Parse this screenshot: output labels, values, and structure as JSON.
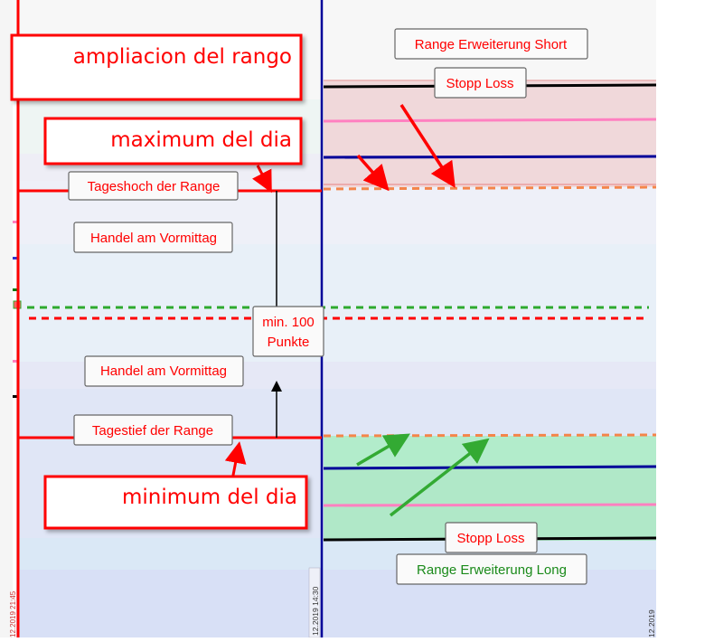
{
  "chart_data": {
    "type": "line",
    "title": "",
    "description": "Intraday range-breakout trading chart with annotated levels",
    "colors": {
      "range_line": "#ff0000",
      "session_divider": "#000099",
      "stop_loss_line": "#000000",
      "pink_line": "#ff80c0",
      "blue_line": "#000099",
      "breakout_dash": "#f4854a",
      "green_dash": "#2eaa2e",
      "red_dash": "#ff0000",
      "short_zone_fill": "#f0d8da",
      "long_zone_fill": "#b2ecca",
      "short_arrow": "#ff0000",
      "long_arrow": "#33aa33",
      "callout_border": "#ff0000"
    },
    "levels": [
      {
        "name": "Stopp Loss (short)",
        "style": "solid",
        "color_key": "stop_loss_line",
        "relative_value": 0.92
      },
      {
        "name": "Short target pink",
        "style": "solid",
        "color_key": "pink_line",
        "relative_value": 0.84
      },
      {
        "name": "Short target blue",
        "style": "solid",
        "color_key": "blue_line",
        "relative_value": 0.76
      },
      {
        "name": "Tageshoch der Range",
        "style": "solid",
        "color_key": "range_line",
        "relative_value": 0.7
      },
      {
        "name": "Short breakout entry",
        "style": "dashed",
        "color_key": "breakout_dash",
        "relative_value": 0.7
      },
      {
        "name": "Green midline",
        "style": "dashed",
        "color_key": "green_dash",
        "relative_value": 0.445
      },
      {
        "name": "Red midline",
        "style": "dashed",
        "color_key": "red_dash",
        "relative_value": 0.42
      },
      {
        "name": "Tagestief der Range",
        "style": "solid",
        "color_key": "range_line",
        "relative_value": 0.16
      },
      {
        "name": "Long breakout entry",
        "style": "dashed",
        "color_key": "breakout_dash",
        "relative_value": 0.16
      },
      {
        "name": "Long target blue",
        "style": "solid",
        "color_key": "blue_line",
        "relative_value": 0.09
      },
      {
        "name": "Long target pink",
        "style": "solid",
        "color_key": "pink_line",
        "relative_value": 0.01
      },
      {
        "name": "Stopp Loss (long)",
        "style": "solid",
        "color_key": "stop_loss_line",
        "relative_value": -0.07
      }
    ],
    "x_labels": [
      {
        "text": "12.2019 14:30",
        "position": "session-divider"
      },
      {
        "text": "12.2019",
        "position": "right-edge"
      },
      {
        "text": "12.2019 21:45",
        "position": "left-edge"
      }
    ],
    "annotations": {
      "tageshoch": "Tageshoch der Range",
      "handel_top": "Handel am Vormittag",
      "handel_bottom": "Handel am Vormittag",
      "tagestief": "Tagestief der Range",
      "min_points_line1": "min. 100",
      "min_points_line2": "Punkte",
      "range_short": "Range Erweiterung Short",
      "stopp_loss_top": "Stopp Loss",
      "stopp_loss_bottom": "Stopp Loss",
      "range_long": "Range Erweiterung Long"
    },
    "callouts": {
      "ampliacion": "ampliacion del rango",
      "maximum": "maximum del dia",
      "minimum": "minimum del dia"
    }
  }
}
